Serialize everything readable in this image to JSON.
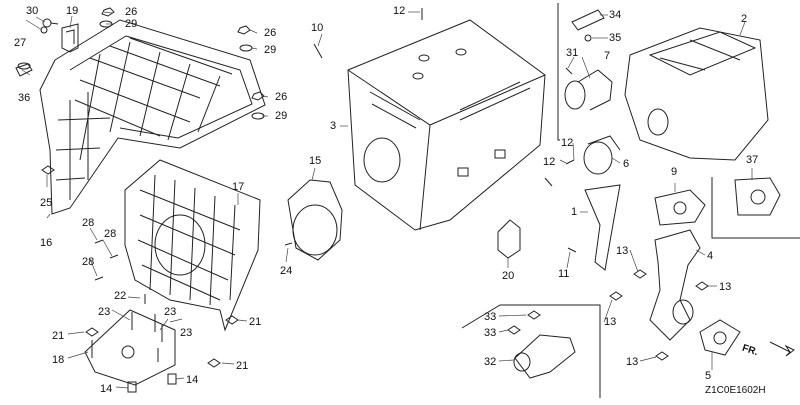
{
  "diagram": {
    "drawing_code": "Z1C0E1602H",
    "direction_marker": "FR.",
    "callouts": {
      "c1": "1",
      "c2": "2",
      "c3": "3",
      "c4": "4",
      "c5": "5",
      "c6": "6",
      "c7": "7",
      "c9": "9",
      "c10": "10",
      "c11": "11",
      "c12a": "12",
      "c12b": "12",
      "c12c": "12",
      "c13a": "13",
      "c13b": "13",
      "c13c": "13",
      "c13d": "13",
      "c14a": "14",
      "c14b": "14",
      "c15": "15",
      "c16": "16",
      "c17": "17",
      "c18": "18",
      "c19": "19",
      "c20": "20",
      "c21a": "21",
      "c21b": "21",
      "c21c": "21",
      "c22": "22",
      "c23a": "23",
      "c23b": "23",
      "c23c": "23",
      "c24": "24",
      "c25": "25",
      "c26a": "26",
      "c26b": "26",
      "c26c": "26",
      "c27": "27",
      "c28a": "28",
      "c28b": "28",
      "c28c": "28",
      "c29a": "29",
      "c29b": "29",
      "c29c": "29",
      "c30": "30",
      "c31": "31",
      "c32": "32",
      "c33a": "33",
      "c33b": "33",
      "c34": "34",
      "c35": "35",
      "c36": "36",
      "c37": "37"
    }
  }
}
